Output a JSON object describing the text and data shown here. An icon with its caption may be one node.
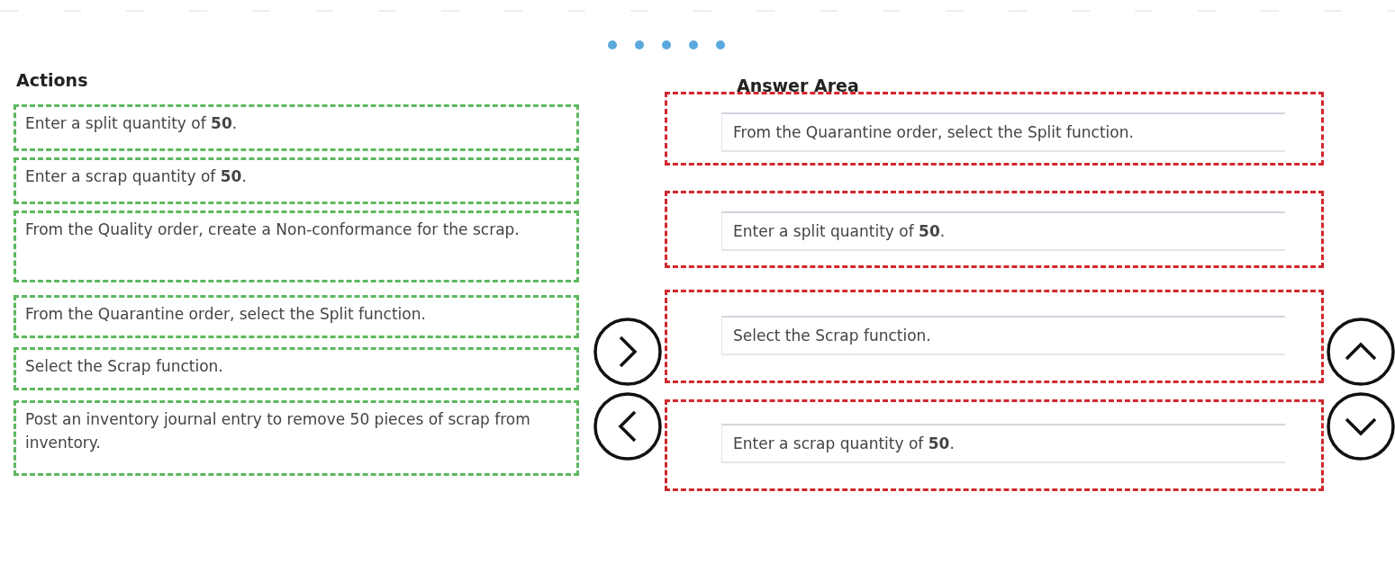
{
  "diagram": {
    "nodes": [
      {
        "text": [
          "Enter a split quantity of **50**."
        ]
      },
      {
        "text": [
          "Enter a scrap quantity of **50**."
        ]
      },
      {
        "text": [
          "From the Quality order, create a Non-conformance for the scrap."
        ]
      },
      {
        "text": [
          "From the Quarantine order, select the Split function."
        ]
      },
      {
        "text": [
          "Select the Scrap function."
        ]
      },
      {
        "text": [
          "Post an inventory journal entry to remove 50 pieces of scrap from inventory."
        ]
      },
      {
        "text": [
          "From the Quarantine order, select the Split function."
        ]
      },
      {
        "text": [
          "Enter a split quantity of **50**."
        ]
      },
      {
        "text": [
          "Select the Scrap function."
        ]
      },
      {
        "text": [
          "Enter a scrap quantity of **50**."
        ]
      }
    ],
    "labels": [
      "Actions",
      "Answer Area"
    ]
  }
}
